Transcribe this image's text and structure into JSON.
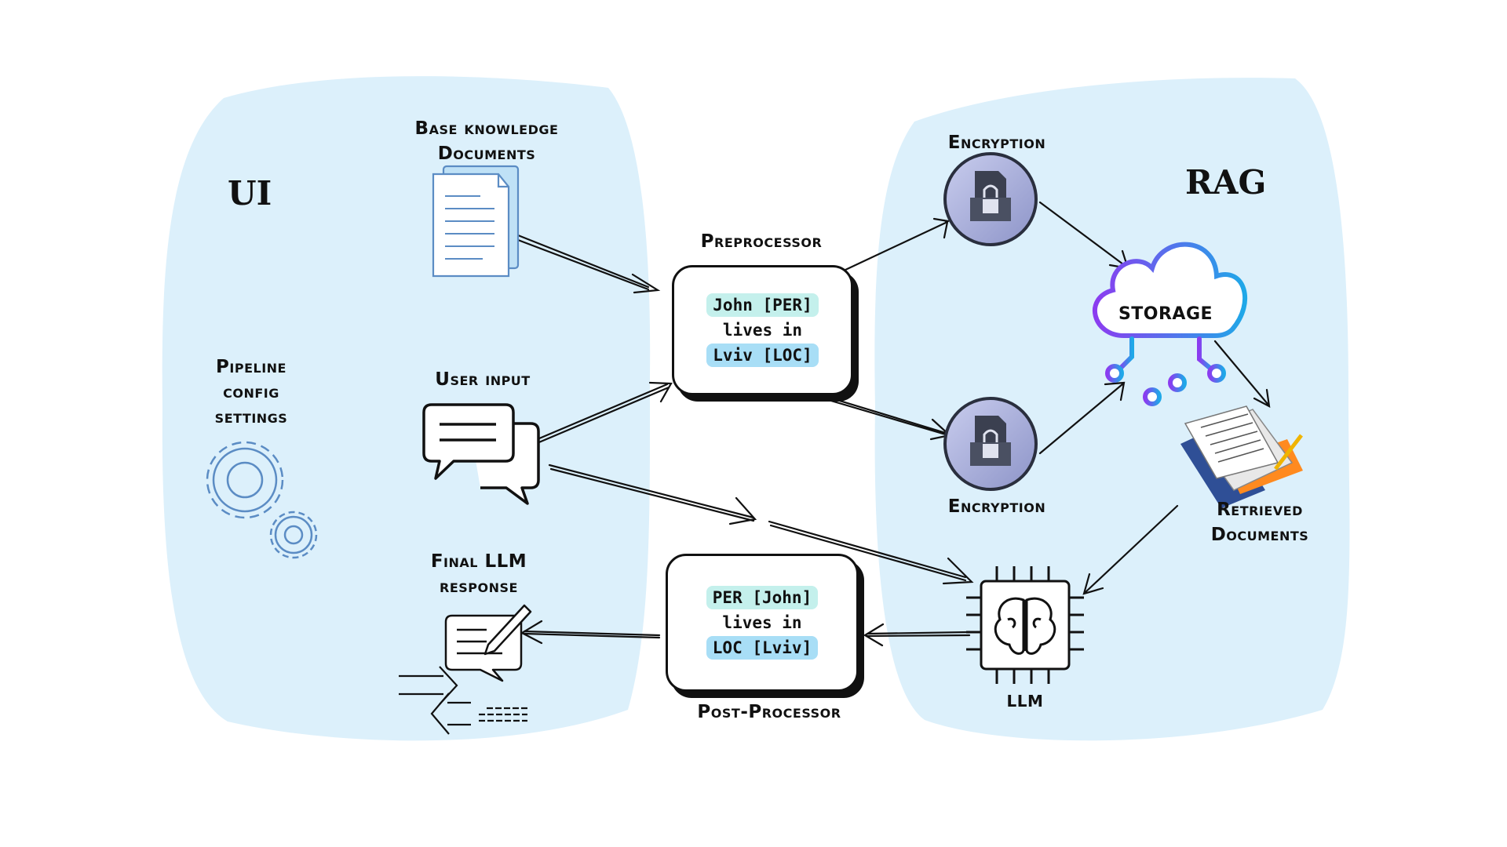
{
  "colors": {
    "panel": "#dcf0fb",
    "icon_blue": "#5b8cc4",
    "ink": "#111111",
    "chip_teal": "#c4f0ec",
    "chip_blue": "#a8def6",
    "cloud_gradient": [
      "#8b3cf0",
      "#1fa8e8"
    ]
  },
  "panels": {
    "ui_title": "UI",
    "rag_title": "RAG"
  },
  "ui": {
    "base_docs_label_1": "Base knowledge",
    "base_docs_label_2": "Documents",
    "pipeline_label_1": "Pipeline",
    "pipeline_label_2": "config",
    "pipeline_label_3": "settings",
    "user_input_label": "User input",
    "final_label_1": "Final LLM",
    "final_label_2": "response"
  },
  "preprocessor": {
    "label": "Preprocessor",
    "line_1": "John [PER]",
    "line_2": "lives in",
    "line_3": "Lviv [LOC]"
  },
  "postprocessor": {
    "label": "Post-Processor",
    "line_1": "PER [John]",
    "line_2": "lives in",
    "line_3": "LOC [Lviv]"
  },
  "rag": {
    "encryption_top": "Encryption",
    "encryption_bottom": "Encryption",
    "storage": "STORAGE",
    "retrieved_1": "Retrieved",
    "retrieved_2": "Documents",
    "llm": "LLM"
  },
  "icons": [
    "document-stack-icon",
    "gears-icon",
    "chat-bubbles-icon",
    "response-note-icon",
    "data-flow-arrows-icon",
    "encryption-lock-icon",
    "cloud-storage-icon",
    "retrieved-papers-icon",
    "brain-chip-icon"
  ]
}
